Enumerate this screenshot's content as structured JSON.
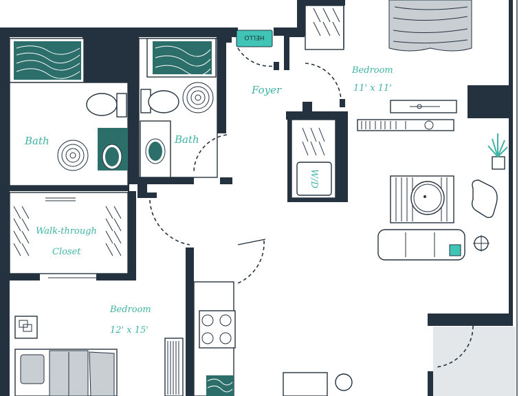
{
  "rooms": {
    "bath_left": "Bath",
    "bath_right": "Bath",
    "foyer": "Foyer",
    "bedroom_top": "Bedroom",
    "bedroom_top_size": "11' x 11'",
    "closet_line1": "Walk-through",
    "closet_line2": "Closet",
    "bedroom_bottom": "Bedroom",
    "bedroom_bottom_size": "12' x 15'",
    "washer_dryer": "W/D"
  },
  "doormat_text": "HELLO",
  "colors": {
    "wall": "#24323f",
    "accent": "#3fb3a6",
    "tile": "#2c6e6a",
    "balcony": "#e3e7ea"
  }
}
